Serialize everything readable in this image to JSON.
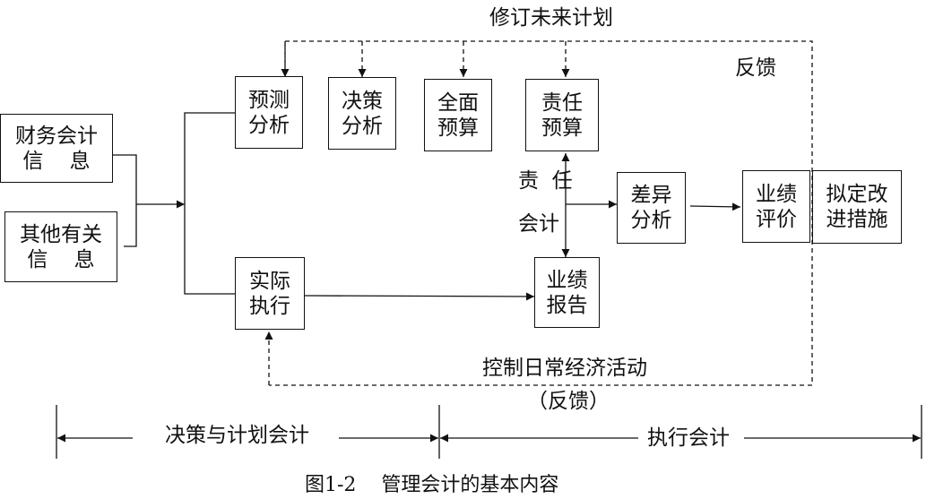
{
  "boxes": {
    "fin_info": {
      "line1": "财务会计",
      "line2": "信    息"
    },
    "other_info": {
      "line1": "其他有关",
      "line2": "信    息"
    },
    "forecast": {
      "line1": "预测",
      "line2": "分析"
    },
    "decision": {
      "line1": "决策",
      "line2": "分析"
    },
    "budget": {
      "line1": "全面",
      "line2": "预算"
    },
    "resp_budget": {
      "line1": "责任",
      "line2": "预算"
    },
    "variance": {
      "line1": "差异",
      "line2": "分析"
    },
    "perf_eval": {
      "line1": "业绩",
      "line2": "评价"
    },
    "improve": {
      "line1": "拟定改",
      "line2": "进措施"
    },
    "actual": {
      "line1": "实际",
      "line2": "执行"
    },
    "perf_report": {
      "line1": "业绩",
      "line2": "报告"
    }
  },
  "labels": {
    "revise_plan": "修订未来计划",
    "feedback_top": "反馈",
    "resp_acct_1": "责  任",
    "resp_acct_2": "会计",
    "control_daily": "控制日常经济活动",
    "feedback_bottom": "（反馈）",
    "decision_planning": "决策与计划会计",
    "execution": "执行会计",
    "figure_caption": "图1-2    管理会计的基本内容"
  }
}
